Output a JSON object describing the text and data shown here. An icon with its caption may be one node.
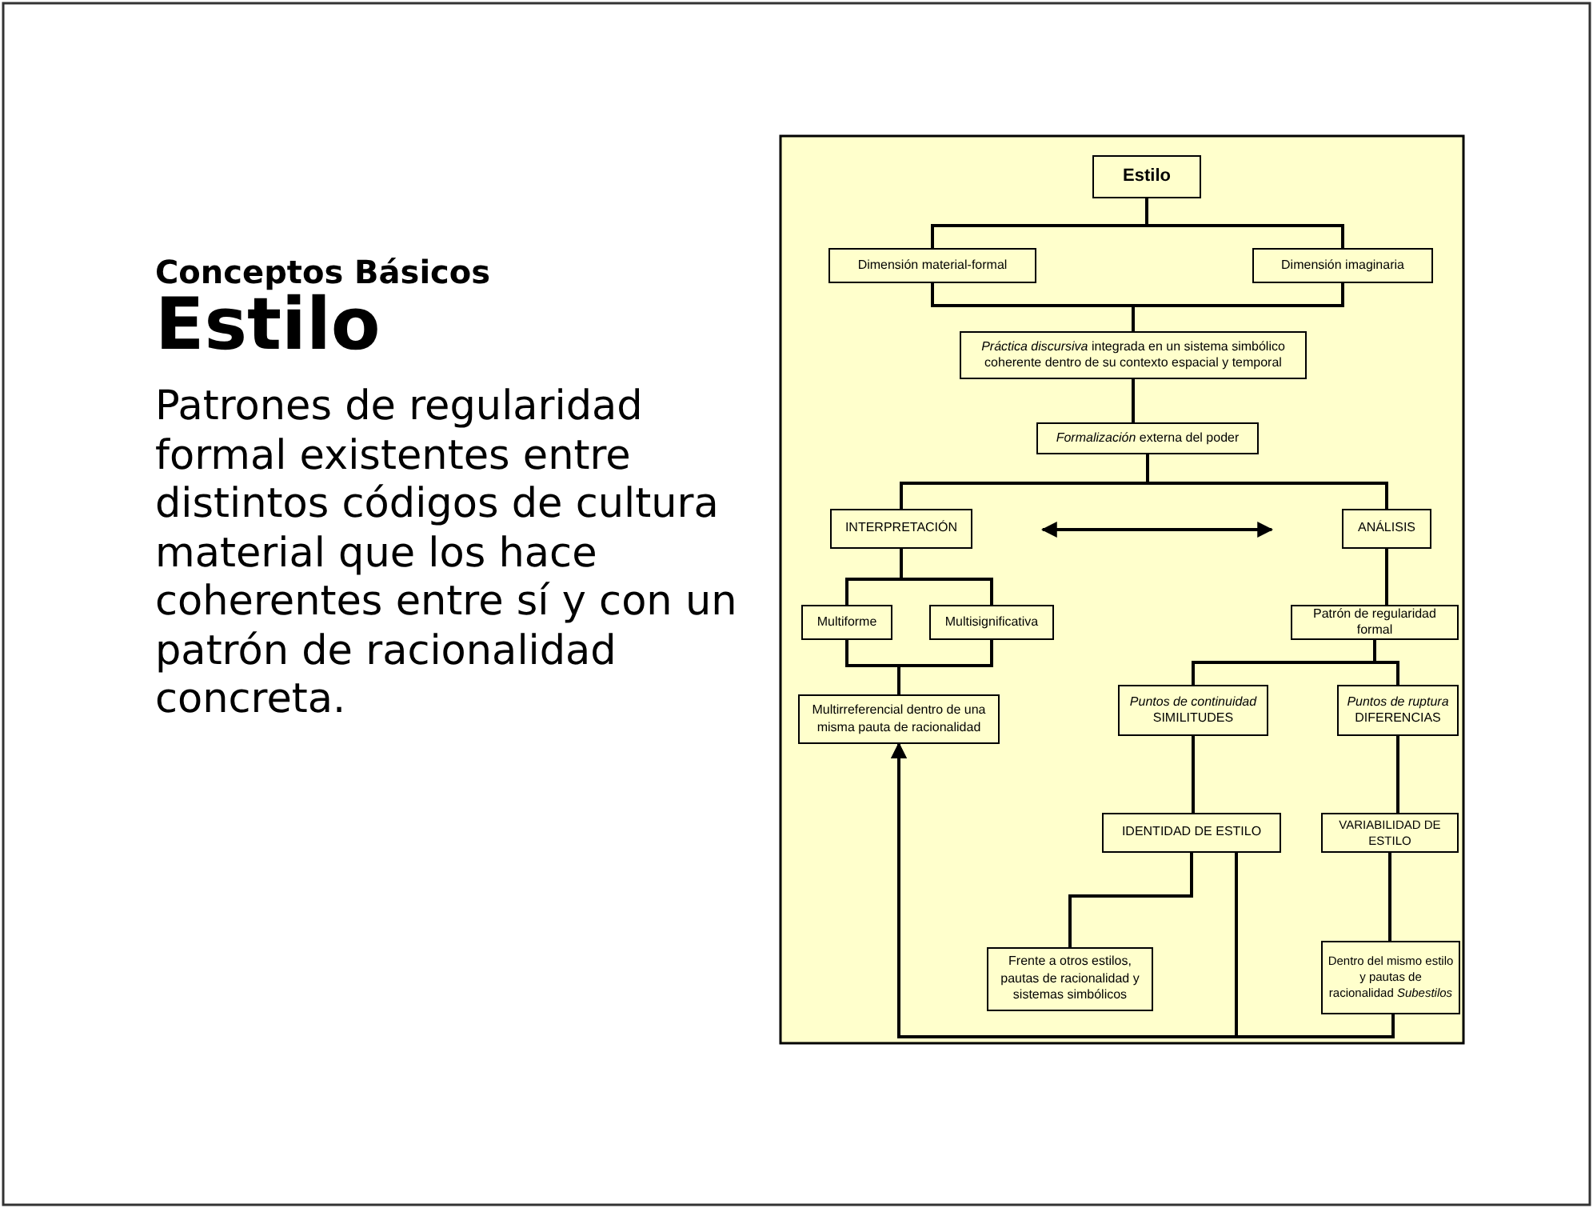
{
  "diagram": {
    "title": "Estilo",
    "nodes": [
      {
        "text": [
          "Estilo"
        ]
      },
      {
        "text": [
          "Dimensión material-formal"
        ]
      },
      {
        "text": [
          "Dimensión imaginaria"
        ]
      },
      {
        "text": [
          "*Práctica discursiva* integrada en un sistema simbólico coherente dentro de su contexto espacial y temporal"
        ]
      },
      {
        "text": [
          "*Formalización* externa del poder"
        ]
      },
      {
        "text": [
          "INTERPRETACIÓN"
        ]
      },
      {
        "text": [
          "ANÁLISIS"
        ]
      },
      {
        "text": [
          "Multiforme"
        ]
      },
      {
        "text": [
          "Multisignificativa"
        ]
      },
      {
        "text": [
          "Multirreferencial dentro de una misma pauta de racionalidad"
        ]
      },
      {
        "text": [
          "Patrón de regularidad formal"
        ]
      },
      {
        "text": [
          "*Puntos de continuidad* SIMILITUDES"
        ]
      },
      {
        "text": [
          "*Puntos de ruptura* DIFERENCIAS"
        ]
      },
      {
        "text": [
          "IDENTIDAD DE ESTILO"
        ]
      },
      {
        "text": [
          "VARIABILIDAD DE ESTILO"
        ]
      },
      {
        "text": [
          "Frente a otros estilos, pautas de racionalidad y sistemas simbólicos"
        ]
      },
      {
        "text": [
          "Dentro del mismo estilo y pautas de racionalidad *Subestilos*"
        ]
      }
    ],
    "edges": [
      {
        "from": 0,
        "to": 1,
        "arrow": "none"
      },
      {
        "from": 0,
        "to": 2,
        "arrow": "none"
      },
      {
        "from": 1,
        "to": 3,
        "arrow": "none"
      },
      {
        "from": 2,
        "to": 3,
        "arrow": "none"
      },
      {
        "from": 3,
        "to": 4,
        "arrow": "none"
      },
      {
        "from": 4,
        "to": 5,
        "arrow": "none"
      },
      {
        "from": 4,
        "to": 6,
        "arrow": "none"
      },
      {
        "from": 5,
        "to": 6,
        "arrow": "both"
      },
      {
        "from": 5,
        "to": 7,
        "arrow": "none"
      },
      {
        "from": 5,
        "to": 8,
        "arrow": "none"
      },
      {
        "from": 7,
        "to": 9,
        "arrow": "none"
      },
      {
        "from": 8,
        "to": 9,
        "arrow": "none"
      },
      {
        "from": 6,
        "to": 10,
        "arrow": "none"
      },
      {
        "from": 10,
        "to": 11,
        "arrow": "none"
      },
      {
        "from": 10,
        "to": 12,
        "arrow": "none"
      },
      {
        "from": 11,
        "to": 13,
        "arrow": "none"
      },
      {
        "from": 12,
        "to": 14,
        "arrow": "none"
      },
      {
        "from": 13,
        "to": 15,
        "arrow": "none"
      },
      {
        "from": 13,
        "to": 9,
        "arrow": "to"
      },
      {
        "from": 14,
        "to": 16,
        "arrow": "none"
      },
      {
        "from": 16,
        "to": 9,
        "arrow": "to"
      }
    ],
    "labels": [
      "Conceptos Básicos",
      "Patrones de regularidad formal existentes entre distintos códigos de cultura material que los hace coherentes entre sí y con un patrón de racionalidad concreta."
    ]
  }
}
